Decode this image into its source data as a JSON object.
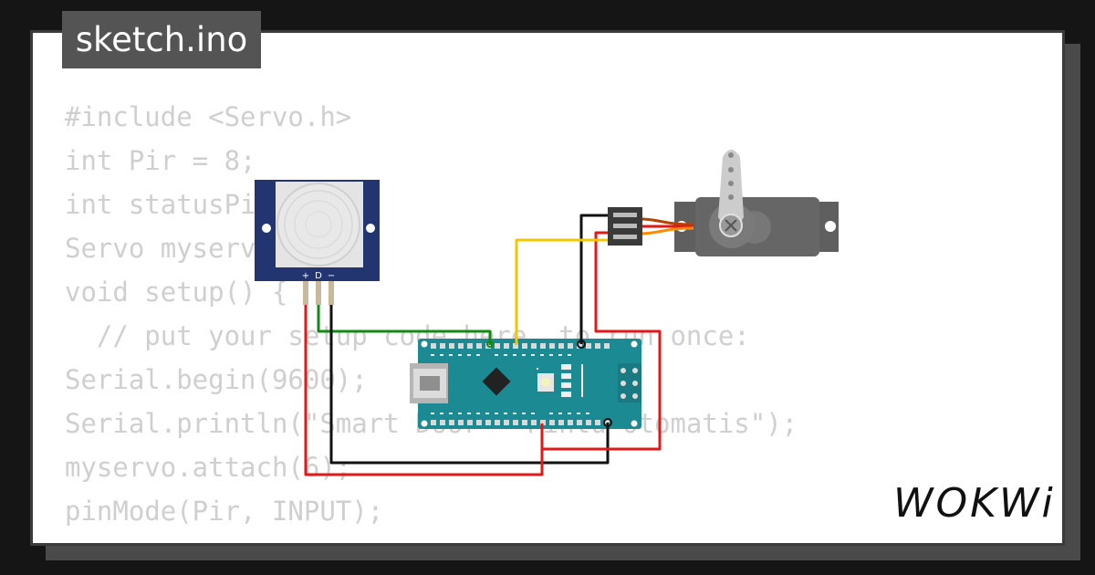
{
  "tab": {
    "filename": "sketch.ino"
  },
  "code_lines": [
    "#include <Servo.h>",
    "int Pir = 8;",
    "int statusPir = 0;",
    "Servo myservo;",
    "",
    "void setup() {",
    "  // put your setup code here, to run once:",
    "Serial.begin(9600);",
    "Serial.println(\"Smart Door - Pintu Otomatis\");",
    "myservo.attach(6);",
    "pinMode(Pir, INPUT);"
  ],
  "pir": {
    "pin_labels": [
      "+",
      "D",
      "−"
    ]
  },
  "brand": {
    "logo_text": "WOKWi"
  },
  "colors": {
    "wire_red": "#e11919",
    "wire_black": "#111111",
    "wire_green": "#138a13",
    "wire_yellow": "#f0c800",
    "board_teal": "#1c8a93",
    "pir_navy": "#233570"
  }
}
